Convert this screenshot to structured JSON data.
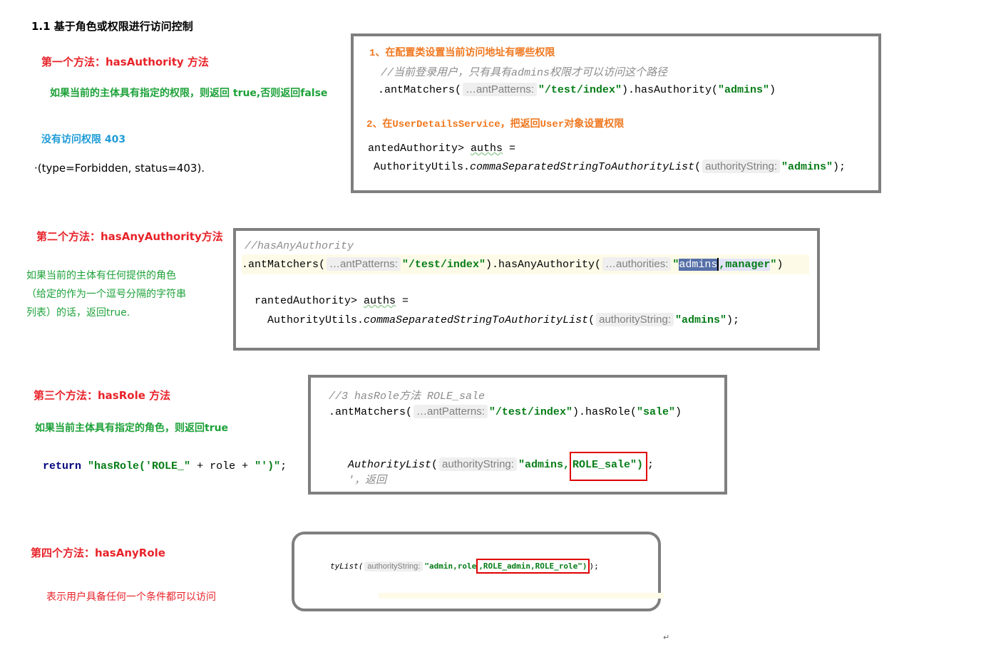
{
  "document": {
    "title": "1.1 基于角色或权限进行访问控制"
  },
  "section1": {
    "heading": "第一个方法：hasAuthority 方法",
    "description": "如果当前的主体具有指定的权限，则返回 true,否则返回false",
    "no_access": "没有访问权限  403",
    "error": "(type=Forbidden, status=403).",
    "error_prefix": "·",
    "code": {
      "step1": "1、在配置类设置当前访问地址有哪些权限",
      "comment": "//当前登录用户，只有具有admins权限才可以访问这个路径",
      "line1_prefix": ".antMatchers(",
      "line1_hint": "…antPatterns:",
      "line1_path": "\"/test/index\"",
      "line1_mid": ").hasAuthority(",
      "line1_arg": "\"admins\"",
      "line1_end": ")",
      "step2": "2、在UserDetailsService，把返回User对象设置权限",
      "line2_a": "antedAuthority> ",
      "line2_var": "auths",
      "line2_eq": " =",
      "line3_prefix": "AuthorityUtils.",
      "line3_method": "commaSeparatedStringToAuthorityList",
      "line3_paren": "(",
      "line3_hint": "authorityString:",
      "line3_arg": "\"admins\"",
      "line3_end": ");"
    }
  },
  "section2": {
    "heading": "第二个方法：hasAnyAuthority方法",
    "desc_line1": "如果当前的主体有任何提供的角色",
    "desc_line2": "（给定的作为一个逗号分隔的字符串",
    "desc_line3": "列表）的话，返回true.",
    "code": {
      "comment": "//hasAnyAuthority",
      "line1_prefix": ".antMatchers(",
      "line1_hint": "…antPatterns:",
      "line1_path": "\"/test/index\"",
      "line1_mid": ").hasAnyAuthority(",
      "line1_hint2": "…authorities:",
      "line1_quote": "\"",
      "line1_selected": "admins",
      "line1_rest": ",manager",
      "line1_quote2": "\"",
      "line1_end": ")",
      "line2_a": "rantedAuthority> ",
      "line2_var": "auths",
      "line2_eq": " =",
      "line3_prefix": "AuthorityUtils.",
      "line3_method": "commaSeparatedStringToAuthorityList",
      "line3_paren": "(",
      "line3_hint": "authorityString:",
      "line3_arg": "\"admins\"",
      "line3_end": ");"
    }
  },
  "section3": {
    "heading": "第三个方法：hasRole 方法",
    "description": "如果当前主体具有指定的角色，则返回true",
    "return_kw": "return",
    "return_str1": "\"hasRole('ROLE_\"",
    "return_mid": " + role + ",
    "return_str2": "\"')\"",
    "return_end": ";",
    "code": {
      "comment": "//3 hasRole方法   ROLE_sale",
      "line1_prefix": ".antMatchers(",
      "line1_hint": "…antPatterns:",
      "line1_path": "\"/test/index\"",
      "line1_mid": ").hasRole(",
      "line1_arg": "\"sale\"",
      "line1_end": ")",
      "line2_method": "AuthorityList",
      "line2_paren": "(",
      "line2_hint": "authorityString:",
      "line2_arg_a": "\"admins,",
      "line2_arg_boxed": "ROLE_sale\")",
      "line2_end": ";",
      "line3": "'，返回"
    }
  },
  "section4": {
    "heading": "第四个方法：hasAnyRole",
    "description": "表示用户具备任何一个条件都可以访问",
    "code": {
      "method": "tyList(",
      "hint": "authorityString:",
      "arg_a": "\"admin,role",
      "arg_boxed": ",ROLE_admin,ROLE_role\")",
      "end": ");"
    }
  },
  "footer": {
    "paragraph_mark": "↵"
  }
}
